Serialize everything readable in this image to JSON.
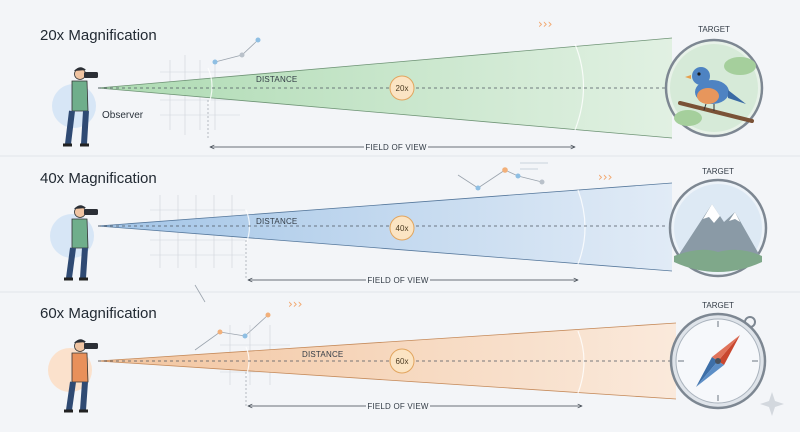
{
  "panels": [
    {
      "title": "20x Magnification",
      "magnification": "20x",
      "distance_label": "DISTANCE",
      "fov_label": "FIELD OF VIEW",
      "target_label": "TARGET",
      "observer_label": "Observer",
      "target_icon": "bluebird-icon",
      "beam_color": "#a9d9ae"
    },
    {
      "title": "40x Magnification",
      "magnification": "40x",
      "distance_label": "DISTANCE",
      "fov_label": "FIELD OF VIEW",
      "target_label": "TARGET",
      "target_icon": "mountain-icon",
      "beam_color": "#9ec2e6"
    },
    {
      "title": "60x Magnification",
      "magnification": "60x",
      "distance_label": "DISTANCE",
      "fov_label": "FIELD OF VIEW",
      "target_label": "TARGET",
      "target_icon": "compass-icon",
      "beam_color": "#f2c29a"
    }
  ]
}
